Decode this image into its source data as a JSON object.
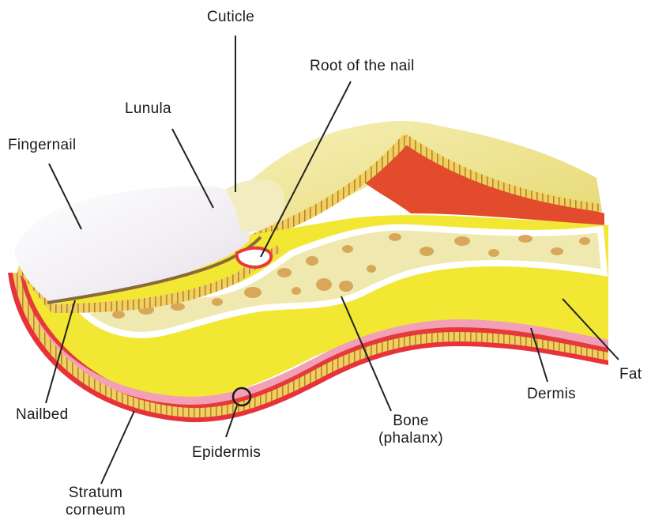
{
  "labels": {
    "cuticle": "Cuticle",
    "root_of_nail": "Root of the nail",
    "lunula": "Lunula",
    "fingernail": "Fingernail",
    "nailbed": "Nailbed",
    "epidermis": "Epidermis",
    "bone_line1": "Bone",
    "bone_line2": "(phalanx)",
    "dermis": "Dermis",
    "fat": "Fat",
    "stratum_line1": "Stratum",
    "stratum_line2": "corneum"
  },
  "colors": {
    "fat": "#f2e733",
    "bone": "#efe9b0",
    "marrow": "#d8a85a",
    "dermis": "#e63a3a",
    "dermis_pink": "#f2a0b8",
    "epidermis": "#e8a040",
    "nail": "#f4f1f4",
    "skin_top": "#efe590",
    "leader": "#222222"
  }
}
